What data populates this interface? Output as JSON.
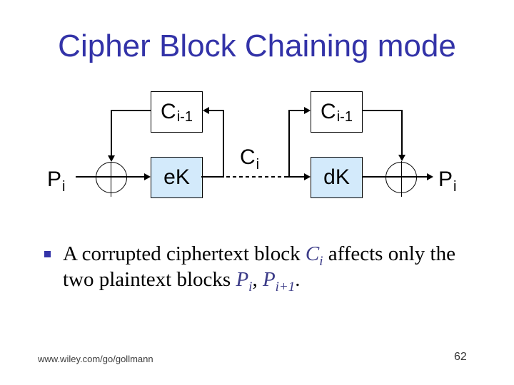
{
  "title": "Cipher Block Chaining mode",
  "colors": {
    "title_blue": "#3333a8",
    "math_blue": "#3c3c88",
    "box_fill_blue": "#d3eafb",
    "line_black": "#000000"
  },
  "diagram": {
    "encrypt": {
      "prev_cipher_base": "C",
      "prev_cipher_sub": "i-1",
      "cipher_block_label": "eK",
      "input_base": "P",
      "input_sub": "i"
    },
    "channel": {
      "base": "C",
      "sub": "i"
    },
    "decrypt": {
      "prev_cipher_base": "C",
      "prev_cipher_sub": "i-1",
      "cipher_block_label": "dK",
      "output_base": "P",
      "output_sub": "i"
    }
  },
  "bullet": {
    "line1_before": "A corrupted ciphertext block ",
    "ci_base": "C",
    "ci_sub": "i",
    "line1_after": " affects only the",
    "line2_before": "two plaintext blocks ",
    "pi_base": "P",
    "pi_sub": "i",
    "comma": ", ",
    "pi_next_base": "P",
    "pi_next_sub": "i+1",
    "period": "."
  },
  "footer": {
    "url": "www.wiley.com/go/gollmann",
    "page_number": "62"
  }
}
